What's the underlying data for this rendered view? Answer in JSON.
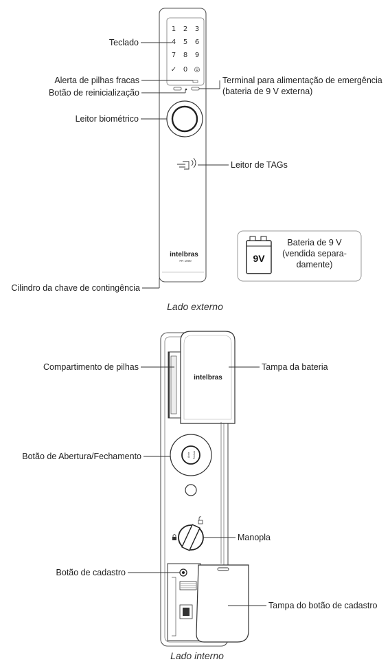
{
  "top": {
    "keypad_keys": [
      "1",
      "2",
      "3",
      "4",
      "5",
      "6",
      "7",
      "8",
      "9",
      "✓",
      "0",
      "◎"
    ],
    "brand": "intelbras",
    "model": "FR 1000",
    "labels": {
      "teclado": "Teclado",
      "alerta": "Alerta de pilhas fracas",
      "botao_reinicializacao": "Botão de reinicialização",
      "terminal_1": "Terminal para alimentação de emergência",
      "terminal_2": "(bateria de 9 V externa)",
      "leitor_biometrico": "Leitor biométrico",
      "leitor_tags": "Leitor de TAGs",
      "cilindro": "Cilindro da chave de contingência"
    },
    "battery_box": {
      "battery_label": "9V",
      "line1": "Bateria de 9 V",
      "line2": "(vendida separa-",
      "line3": "damente)"
    },
    "caption": "Lado externo"
  },
  "bottom": {
    "brand": "intelbras",
    "button_text_1": "Abrir",
    "button_text_2": "Fechar",
    "labels": {
      "compartimento": "Compartimento de pilhas",
      "tampa_bateria": "Tampa da bateria",
      "botao_abertura": "Botão de Abertura/Fechamento",
      "manopla": "Manopla",
      "botao_cadastro": "Botão de cadastro",
      "tampa_cadastro": "Tampa do botão de cadastro"
    },
    "caption": "Lado interno"
  }
}
